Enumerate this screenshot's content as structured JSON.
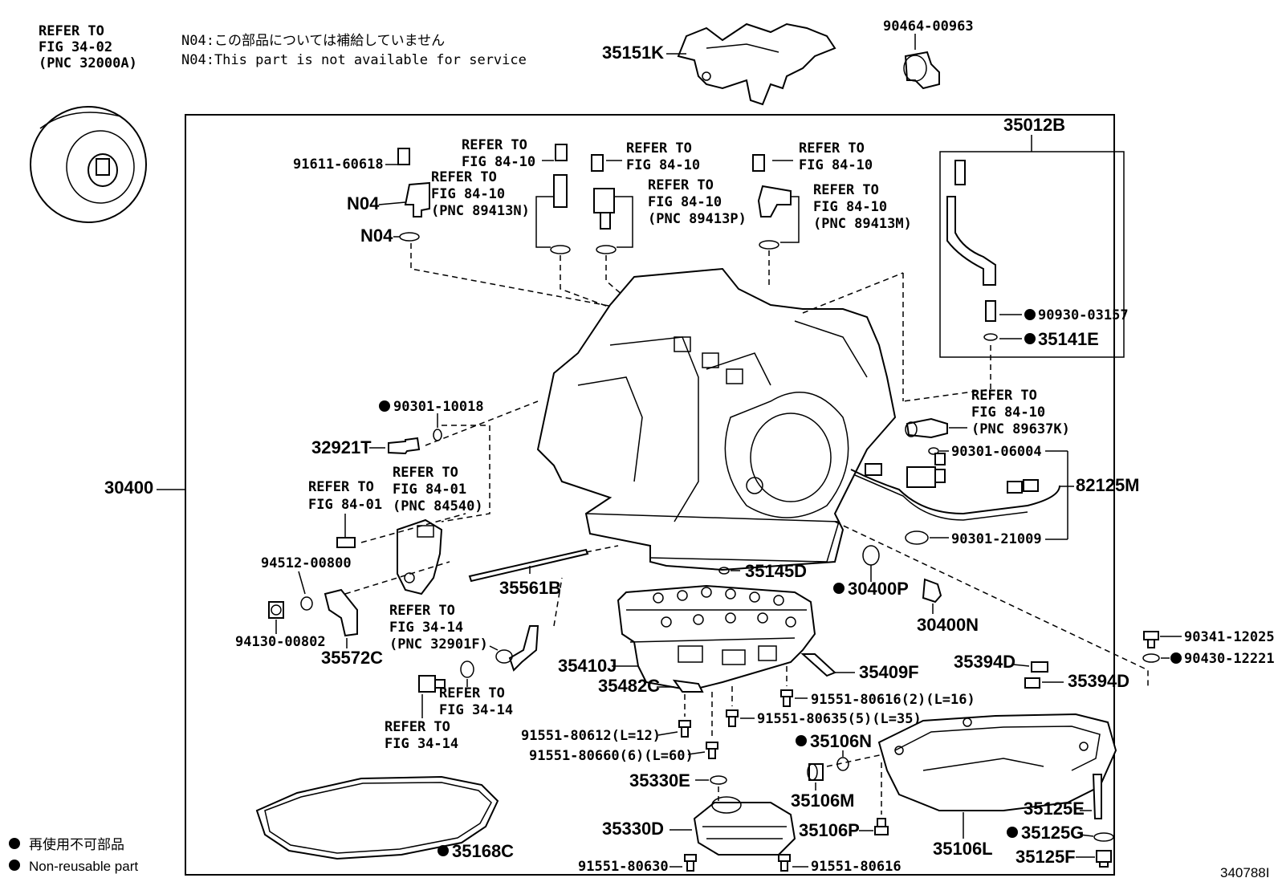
{
  "notes": {
    "n04_jp": "N04:この部品については補給していません",
    "n04_en": "N04:This part is not available for service"
  },
  "legend": {
    "jp": "再使用不可部品",
    "en": "Non-reusable part"
  },
  "figure_id": "340788I",
  "refs": {
    "torque_converter": [
      "REFER TO",
      "FIG 34-02",
      "(PNC 32000A)"
    ],
    "sensor_a": [
      "REFER TO",
      "FIG 84-10"
    ],
    "sensor_a_pnc": [
      "REFER TO",
      "FIG 84-10",
      "(PNC 89413N)"
    ],
    "sensor_b": [
      "REFER TO",
      "FIG 84-10"
    ],
    "sensor_b_pnc": [
      "REFER TO",
      "FIG 84-10",
      "(PNC 89413P)"
    ],
    "sensor_c": [
      "REFER TO",
      "FIG 84-10"
    ],
    "sensor_c_pnc": [
      "REFER TO",
      "FIG 84-10",
      "(PNC 89413M)"
    ],
    "sensor_d_pnc": [
      "REFER TO",
      "FIG 84-10",
      "(PNC 89637K)"
    ],
    "switch_bolt": [
      "REFER TO",
      "FIG 84-01"
    ],
    "switch_pnc": [
      "REFER TO",
      "FIG 84-01",
      "(PNC 84540)"
    ],
    "shaft_pnc": [
      "REFER TO",
      "FIG 34-14",
      "(PNC 32901F)"
    ],
    "plug_a": [
      "REFER TO",
      "FIG 34-14"
    ],
    "plug_b": [
      "REFER TO",
      "FIG 34-14"
    ]
  },
  "labels": {
    "p35151K": "35151K",
    "p90464": "90464-00963",
    "p35012B": "35012B",
    "p91611": "91611-60618",
    "pN04a": "N04",
    "pN04b": "N04",
    "p90930": "90930-03157",
    "p35141E": "35141E",
    "p90301_10018": "90301-10018",
    "p32921T": "32921T",
    "p30400": "30400",
    "p90301_06004": "90301-06004",
    "p82125M": "82125M",
    "p90301_21009": "90301-21009",
    "p94512": "94512-00800",
    "p94130": "94130-00802",
    "p35572C": "35572C",
    "p35561B": "35561B",
    "p35145D": "35145D",
    "p30400P": "30400P",
    "p30400N": "30400N",
    "p90341": "90341-12025",
    "p90430": "90430-12221",
    "p35394Da": "35394D",
    "p35394Db": "35394D",
    "p35410J": "35410J",
    "p35482C": "35482C",
    "p35409F": "35409F",
    "p91551_80616_2": "91551-80616(2)(L=16)",
    "p91551_80635": "91551-80635(5)(L=35)",
    "p91551_80612": "91551-80612(L=12)",
    "p91551_80660": "91551-80660(6)(L=60)",
    "p35106N": "35106N",
    "p35330E": "35330E",
    "p35106M": "35106M",
    "p35125E": "35125E",
    "p35330D": "35330D",
    "p35106P": "35106P",
    "p35106L": "35106L",
    "p35125G": "35125G",
    "p35168C": "35168C",
    "p35125F": "35125F",
    "p91551_80630": "91551-80630",
    "p91551_80616": "91551-80616"
  }
}
